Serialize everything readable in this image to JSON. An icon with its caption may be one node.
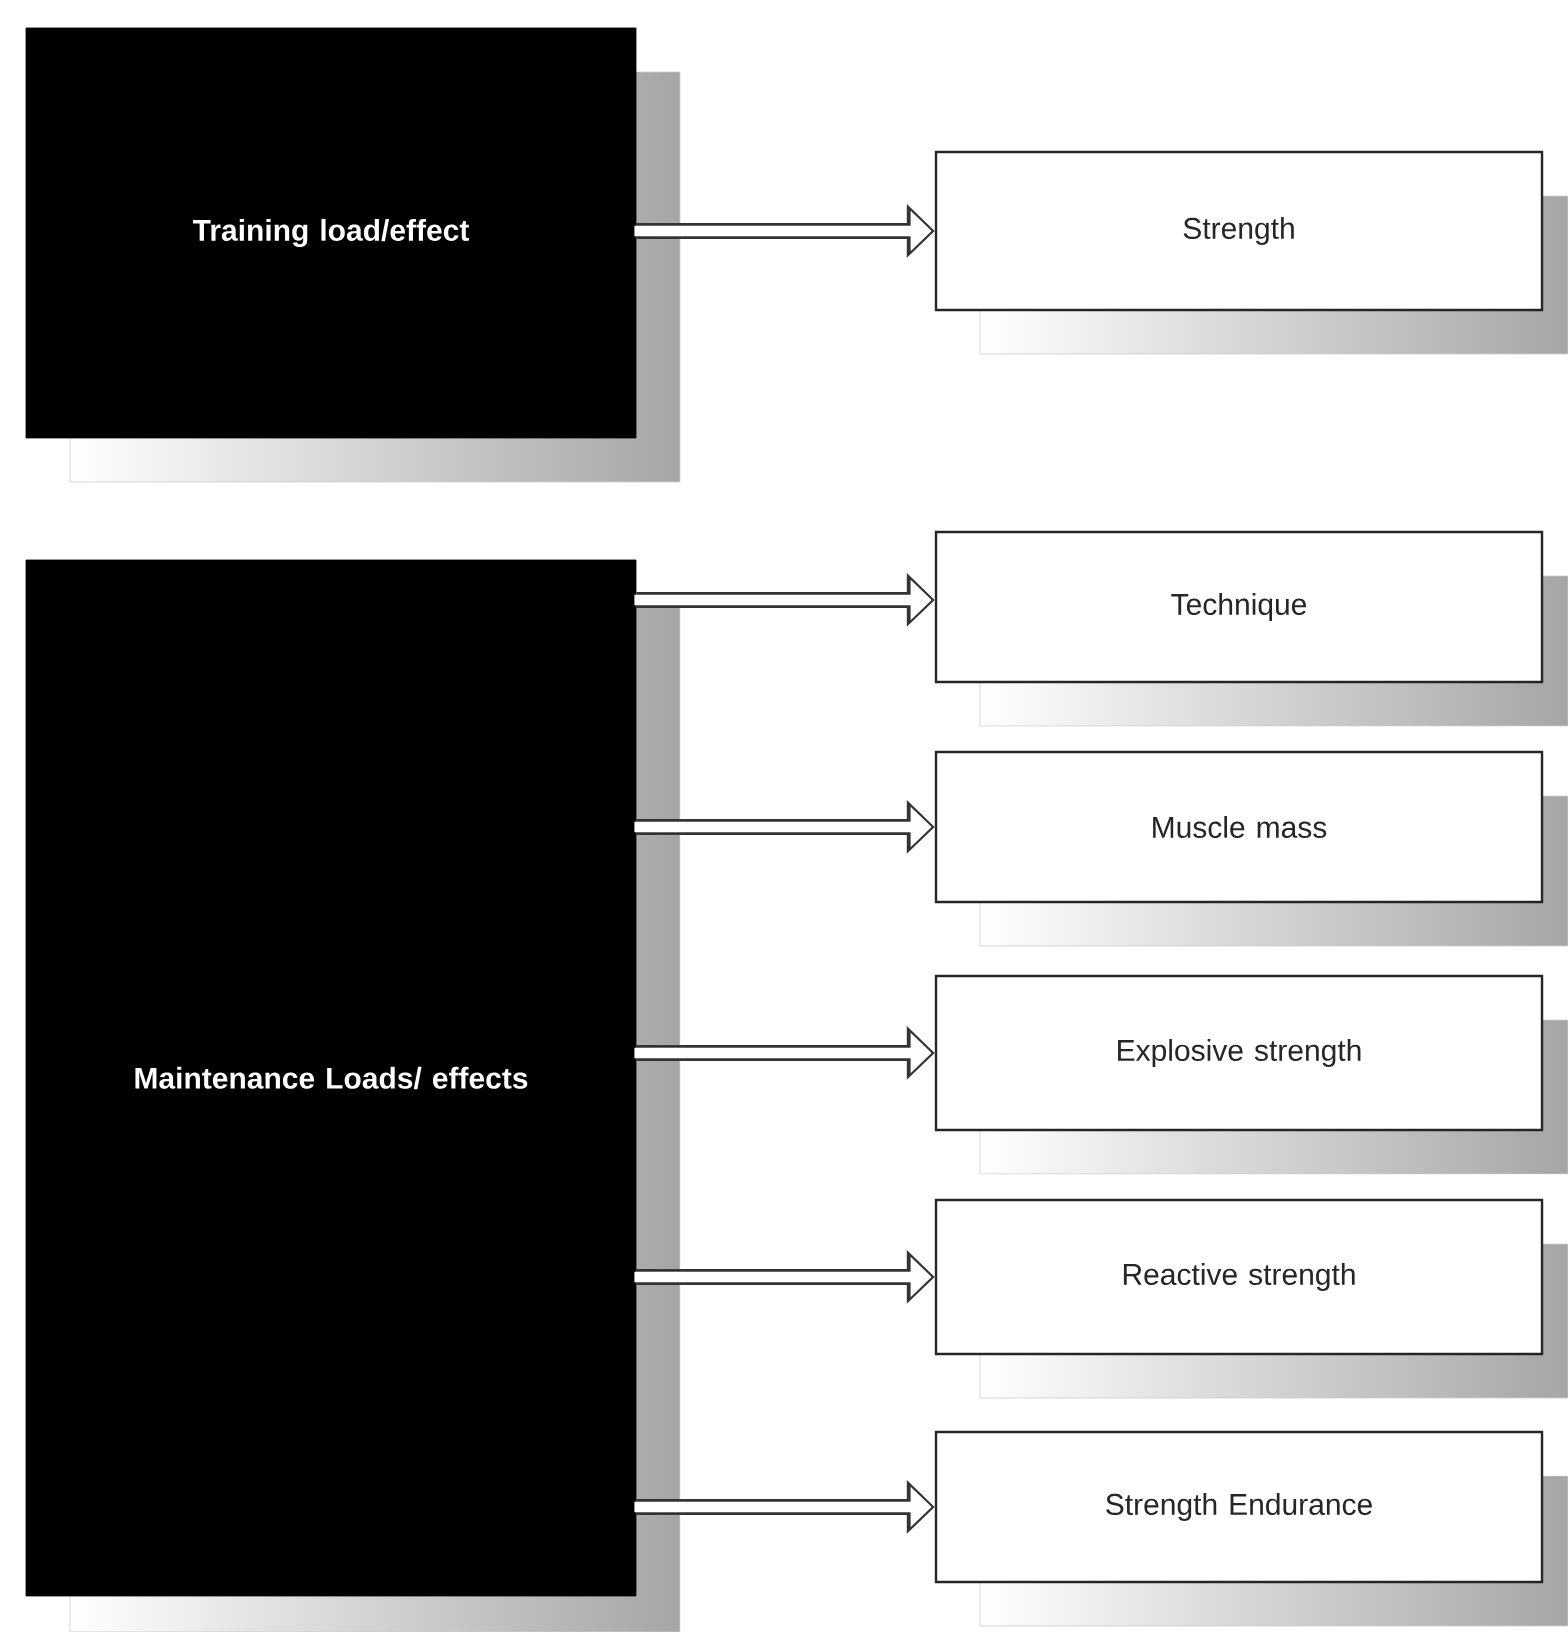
{
  "diagram": {
    "nodes": [
      {
        "text": [
          "Training load/effect"
        ]
      },
      {
        "text": [
          "Strength"
        ]
      },
      {
        "text": [
          "Maintenance Loads/ effects"
        ]
      },
      {
        "text": [
          "Technique"
        ]
      },
      {
        "text": [
          "Muscle mass"
        ]
      },
      {
        "text": [
          "Explosive strength"
        ]
      },
      {
        "text": [
          "Reactive strength"
        ]
      },
      {
        "text": [
          "Strength Endurance"
        ]
      }
    ],
    "edges": [
      {
        "from": 0,
        "to": 1,
        "arrow": "to"
      },
      {
        "from": 2,
        "to": 3,
        "arrow": "to"
      },
      {
        "from": 2,
        "to": 4,
        "arrow": "to"
      },
      {
        "from": 2,
        "to": 5,
        "arrow": "to"
      },
      {
        "from": 2,
        "to": 6,
        "arrow": "to"
      },
      {
        "from": 2,
        "to": 7,
        "arrow": "to"
      }
    ]
  }
}
